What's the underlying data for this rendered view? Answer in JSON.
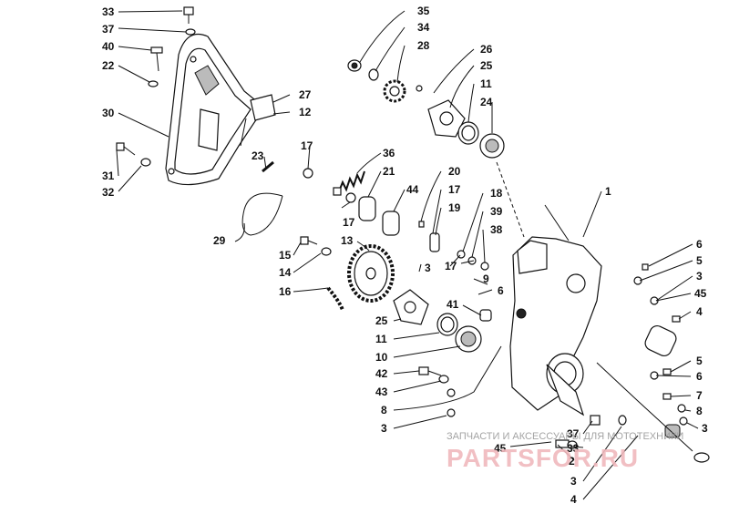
{
  "labels": {
    "l33a": "33",
    "l37a": "37",
    "l40": "40",
    "l22": "22",
    "l30": "30",
    "l31": "31",
    "l32": "32",
    "l23": "23",
    "l29": "29",
    "l27": "27",
    "l12": "12",
    "l35": "35",
    "l34": "34",
    "l28": "28",
    "l26": "26",
    "l25a": "25",
    "l11a": "11",
    "l24": "24",
    "l17a": "17",
    "l36": "36",
    "l21": "21",
    "l20": "20",
    "l44": "44",
    "l17b": "17",
    "l19": "19",
    "l17c": "17",
    "l18": "18",
    "l39": "39",
    "l38": "38",
    "l13": "13",
    "l15": "15",
    "l14": "14",
    "l16": "16",
    "l3a": "3",
    "l17d": "17",
    "l9": "9",
    "l6a": "6",
    "l41": "41",
    "l25b": "25",
    "l11b": "11",
    "l10": "10",
    "l42": "42",
    "l43": "43",
    "l8a": "8",
    "l3b": "3",
    "l1": "1",
    "l6b": "6",
    "l5a": "5",
    "l3c": "3",
    "l45a": "45",
    "l4a": "4",
    "l5b": "5",
    "l6c": "6",
    "l7": "7",
    "l8b": "8",
    "l3d": "3",
    "l37b": "37",
    "l33b": "33",
    "l45b": "45",
    "l2": "2",
    "l3e": "3",
    "l4b": "4"
  },
  "watermark": {
    "caption": "ЗАПЧАСТИ И АКСЕССУАРЫ ДЛЯ МОТОТЕХНИКИ",
    "logo": "PARTSFOR.RU"
  }
}
